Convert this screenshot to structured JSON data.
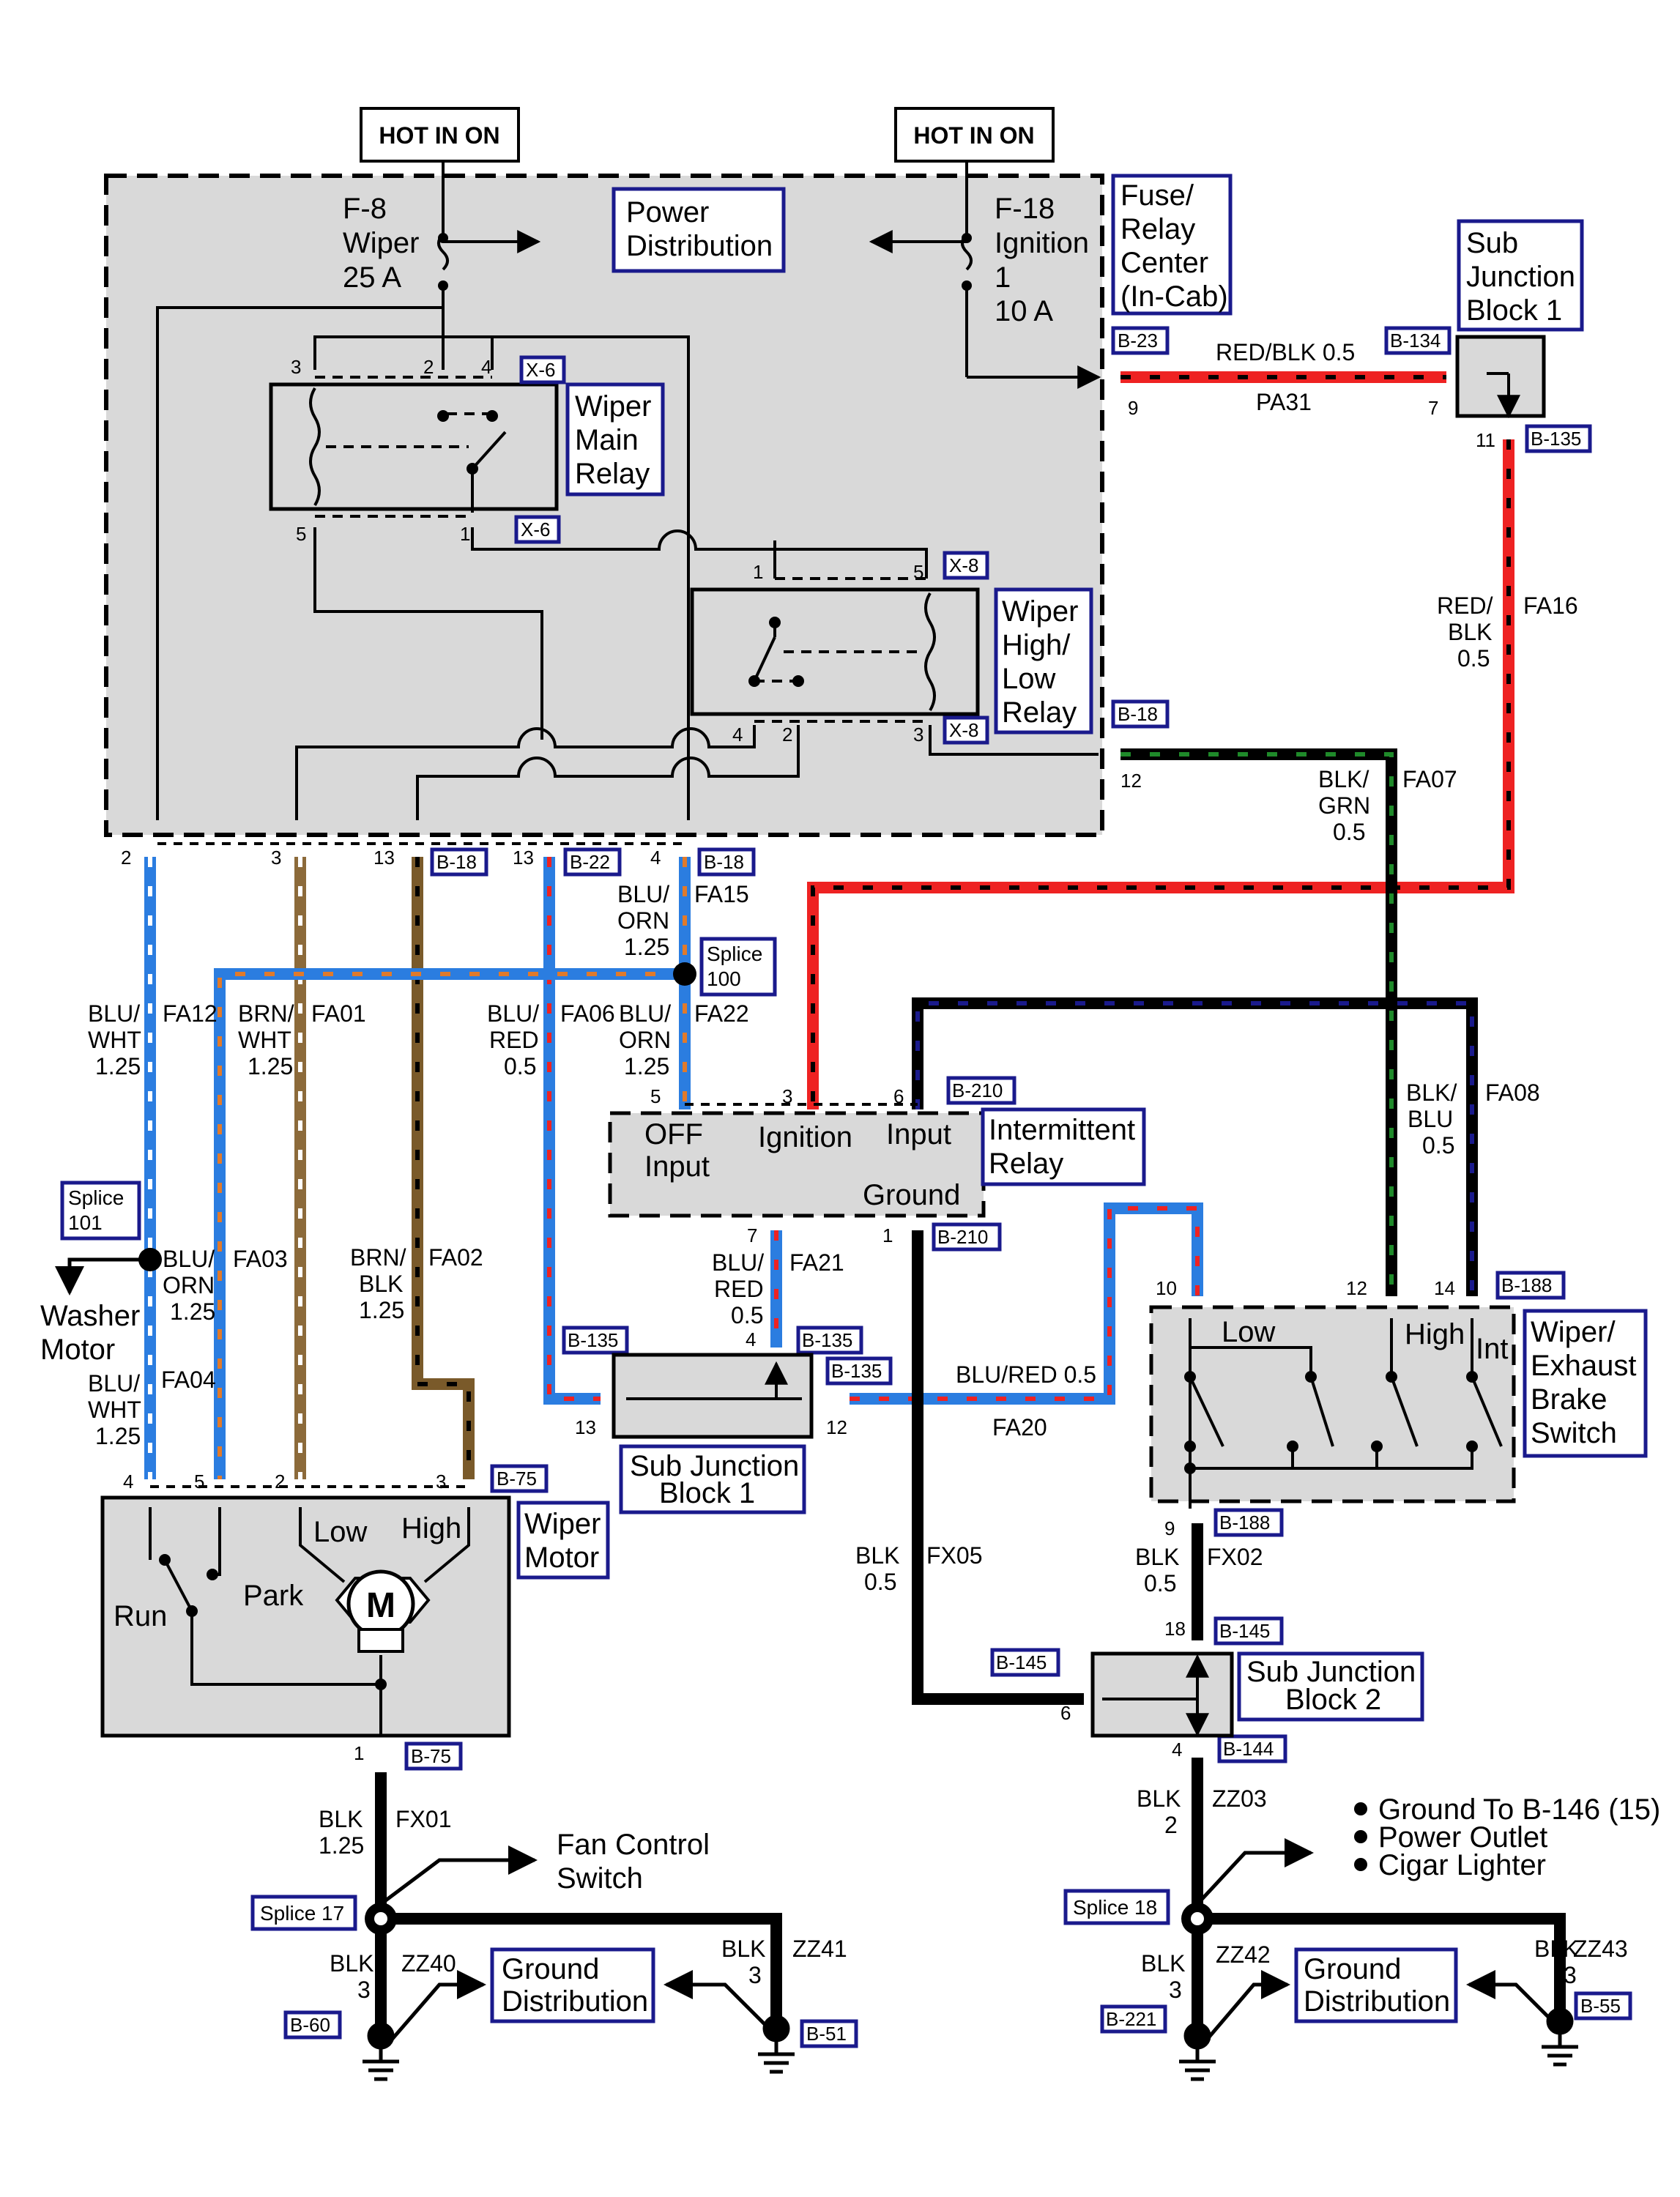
{
  "hot": [
    "HOT IN ON",
    "HOT IN ON"
  ],
  "fuses": {
    "f8": [
      "F-8",
      "Wiper",
      "25 A"
    ],
    "f18": [
      "F-18",
      "Ignition",
      "1",
      "10 A"
    ]
  },
  "components": {
    "power_distribution": [
      "Power",
      "Distribution"
    ],
    "fuse_relay_center": [
      "Fuse/",
      "Relay",
      "Center",
      "(In-Cab)"
    ],
    "sub_junction_block_1_top": [
      "Sub",
      "Junction",
      "Block 1"
    ],
    "wiper_main_relay": [
      "Wiper",
      "Main",
      "Relay"
    ],
    "wiper_high_low_relay": [
      "Wiper",
      "High/",
      "Low",
      "Relay"
    ],
    "intermittent_relay": [
      "Intermittent",
      "Relay"
    ],
    "wiper_exhaust_brake_switch": [
      "Wiper/",
      "Exhaust",
      "Brake",
      "Switch"
    ],
    "wiper_motor": [
      "Wiper",
      "Motor"
    ],
    "sub_junction_block_1": [
      "Sub Junction",
      "Block 1"
    ],
    "sub_junction_block_2": [
      "Sub Junction",
      "Block 2"
    ],
    "ground_distribution_left": [
      "Ground",
      "Distribution"
    ],
    "ground_distribution_right": [
      "Ground",
      "Distribution"
    ]
  },
  "intermittent_pins": {
    "off_input": [
      "OFF",
      "Input"
    ],
    "ignition": "Ignition",
    "input": "Input",
    "ground": "Ground"
  },
  "switch_positions": {
    "low": "Low",
    "high": "High",
    "int": "Int"
  },
  "motor": {
    "low": "Low",
    "high": "High",
    "run": "Run",
    "park": "Park",
    "symbol": "M"
  },
  "connectors": {
    "x6a": "X-6",
    "x6b": "X-6",
    "x8a": "X-8",
    "x8b": "X-8",
    "b23": "B-23",
    "b134": "B-134",
    "b135a": "B-135",
    "b18a": "B-18",
    "b18b": "B-18",
    "b22": "B-22",
    "b18c": "B-18",
    "b210a": "B-210",
    "b210b": "B-210",
    "b135b": "B-135",
    "b135c": "B-135",
    "b135d": "B-135",
    "b188a": "B-188",
    "b75a": "B-75",
    "b188b": "B-188",
    "b145a": "B-145",
    "b145b": "B-145",
    "b75b": "B-75",
    "b144": "B-144",
    "b60": "B-60",
    "b51": "B-51",
    "b221": "B-221",
    "b55": "B-55"
  },
  "splices": {
    "s100": [
      "Splice",
      "100"
    ],
    "s101": [
      "Splice",
      "101"
    ],
    "s17": "Splice 17",
    "s18": "Splice 18"
  },
  "pins": {
    "mr3": "3",
    "mr2": "2",
    "mr4": "4",
    "mr5": "5",
    "mr1": "1",
    "hl1": "1",
    "hl5": "5",
    "hl4": "4",
    "hl2": "2",
    "hl3": "3",
    "b23_9": "9",
    "b134_7": "7",
    "b135_11": "11",
    "b18_12": "12",
    "p2": "2",
    "p3": "3",
    "p13a": "13",
    "p13b": "13",
    "p4": "4",
    "ir5": "5",
    "ir3": "3",
    "ir6": "6",
    "ir7": "7",
    "ir1": "1",
    "sj4": "4",
    "sj13": "13",
    "sj12": "12",
    "sw10": "10",
    "sw12": "12",
    "sw14": "14",
    "sw9": "9",
    "wm4": "4",
    "wm5": "5",
    "wm2": "2",
    "wm3": "3",
    "wm1": "1",
    "sj2_18": "18",
    "sj2_6": "6",
    "sj2_4": "4"
  },
  "wires": {
    "pa31": {
      "spec": "RED/BLK 0.5",
      "circuit": "PA31"
    },
    "fa16": {
      "spec": [
        "RED/",
        "BLK",
        "0.5"
      ],
      "circuit": "FA16"
    },
    "fa07": {
      "spec": [
        "BLK/",
        "GRN",
        "0.5"
      ],
      "circuit": "FA07"
    },
    "fa15": {
      "spec": [
        "BLU/",
        "ORN",
        "1.25"
      ],
      "circuit": "FA15"
    },
    "fa22": {
      "spec": [
        "BLU/",
        "ORN",
        "1.25"
      ],
      "circuit": "FA22"
    },
    "fa12": {
      "spec": [
        "BLU/",
        "WHT",
        "1.25"
      ],
      "circuit": "FA12"
    },
    "fa01": {
      "spec": [
        "BRN/",
        "WHT",
        "1.25"
      ],
      "circuit": "FA01"
    },
    "fa06": {
      "spec": [
        "BLU/",
        "RED",
        "0.5"
      ],
      "circuit": "FA06"
    },
    "fa08": {
      "spec": [
        "BLK/",
        "BLU",
        "0.5"
      ],
      "circuit": "FA08"
    },
    "fa03": {
      "spec": [
        "BLU/",
        "ORN",
        "1.25"
      ],
      "circuit": "FA03"
    },
    "fa02": {
      "spec": [
        "BRN/",
        "BLK",
        "1.25"
      ],
      "circuit": "FA02"
    },
    "fa04": {
      "spec": [
        "BLU/",
        "WHT",
        "1.25"
      ],
      "circuit": "FA04"
    },
    "fa21": {
      "spec": [
        "BLU/",
        "RED",
        "0.5"
      ],
      "circuit": "FA21"
    },
    "fa20": {
      "spec": "BLU/RED 0.5",
      "circuit": "FA20"
    },
    "fx05": {
      "spec": [
        "BLK",
        "0.5"
      ],
      "circuit": "FX05"
    },
    "fx02": {
      "spec": [
        "BLK",
        "0.5"
      ],
      "circuit": "FX02"
    },
    "fx01": {
      "spec": [
        "BLK",
        "1.25"
      ],
      "circuit": "FX01"
    },
    "zz03": {
      "spec": [
        "BLK",
        "2"
      ],
      "circuit": "ZZ03"
    },
    "zz40": {
      "spec": [
        "BLK",
        "3"
      ],
      "circuit": "ZZ40"
    },
    "zz41": {
      "spec": [
        "BLK",
        "3"
      ],
      "circuit": "ZZ41"
    },
    "zz42": {
      "spec": [
        "BLK",
        "3"
      ],
      "circuit": "ZZ42"
    },
    "zz43": {
      "spec": [
        "BLK",
        "3"
      ],
      "circuit": "ZZ43"
    }
  },
  "destinations": {
    "washer_motor": [
      "Washer",
      "Motor"
    ],
    "fan_control": [
      "Fan Control",
      "Switch"
    ],
    "ground_list": [
      "Ground",
      "Power Outlet",
      "Cigar Lighter"
    ],
    "to_b146": "To B-146 (15)"
  },
  "colors": {
    "blue": "#2b7de0",
    "red": "#ee2222",
    "brown": "#7a5a2a",
    "black": "#000000",
    "green": "#1f8a2a",
    "orange": "#e07a2b",
    "gray_fill": "#d9d9d9",
    "label_blue": "#1a1a8c"
  }
}
